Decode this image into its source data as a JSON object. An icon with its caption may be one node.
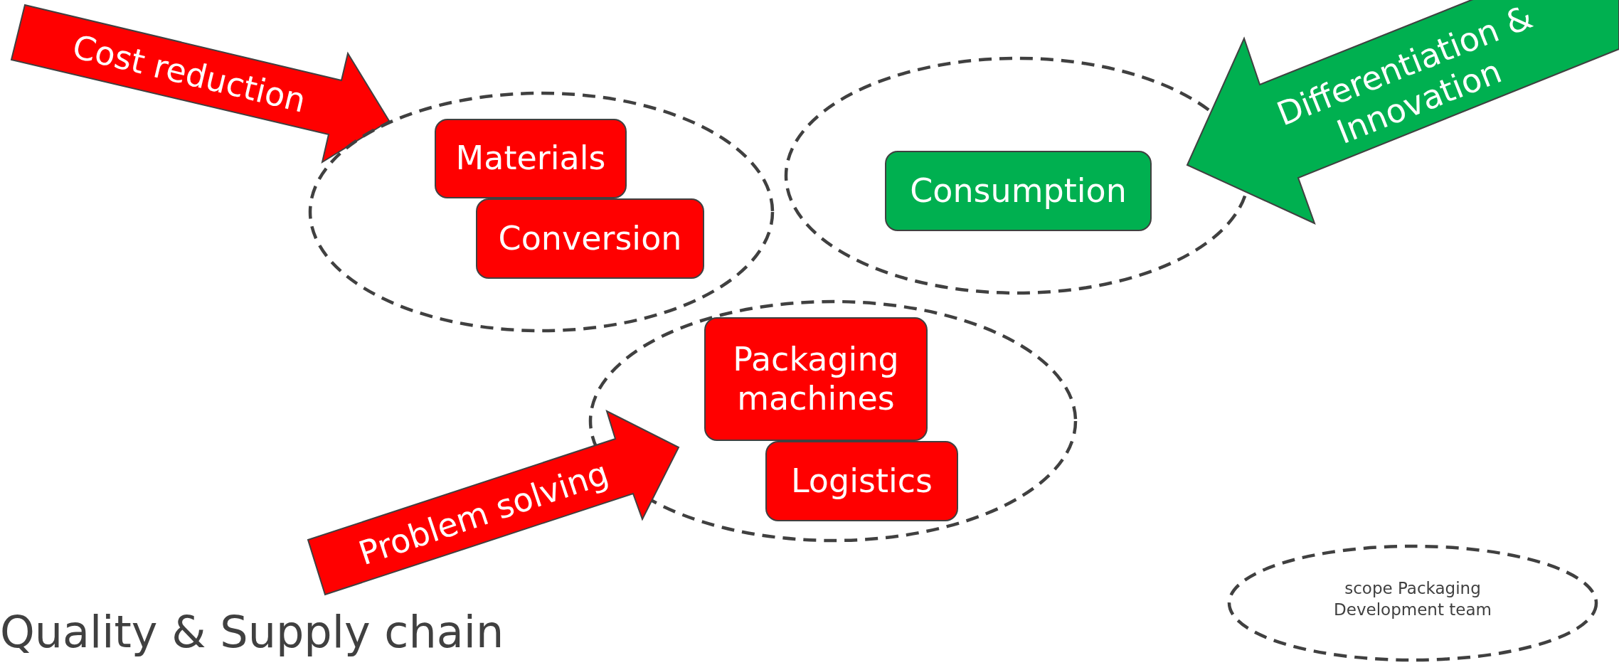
{
  "diagram": {
    "nodes": [
      {
        "text": [
          "Cost reduction"
        ]
      },
      {
        "text": [],
        "shape": "ellipse"
      },
      {
        "text": [
          "Materials"
        ],
        "in": 1
      },
      {
        "text": [
          "Conversion"
        ],
        "in": 1
      },
      {
        "text": [],
        "shape": "ellipse"
      },
      {
        "text": [
          "Consumption"
        ],
        "in": 4
      },
      {
        "text": [
          "Differentiation & Innovation"
        ]
      },
      {
        "text": [],
        "shape": "ellipse"
      },
      {
        "text": [
          "Packaging machines"
        ],
        "in": 7
      },
      {
        "text": [
          "Logistics"
        ],
        "in": 7
      },
      {
        "text": [
          "Problem solving"
        ]
      }
    ],
    "labels": [
      "Quality & Supply chain"
    ],
    "legend": [
      {
        "text": "scope Packaging Development team"
      }
    ]
  }
}
